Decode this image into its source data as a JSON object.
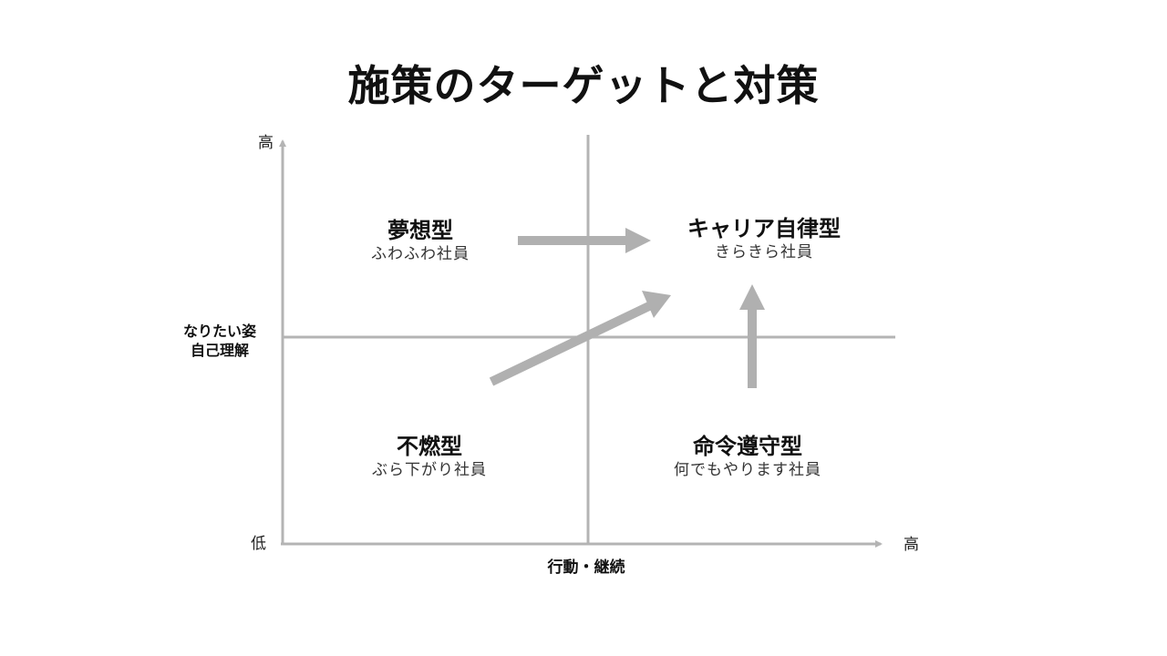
{
  "title": "施策のターゲットと対策",
  "axes": {
    "y_label_line1": "なりたい姿",
    "y_label_line2": "自己理解",
    "x_label": "行動・継続",
    "y_high": "高",
    "x_high": "高",
    "low": "低"
  },
  "quadrants": {
    "top_left": {
      "name": "夢想型",
      "sub": "ふわふわ社員"
    },
    "top_right": {
      "name": "キャリア自律型",
      "sub": "きらきら社員"
    },
    "bottom_left": {
      "name": "不燃型",
      "sub": "ぶら下がり社員"
    },
    "bottom_right": {
      "name": "命令遵守型",
      "sub": "何でもやります社員"
    }
  },
  "colors": {
    "axis": "#b4b4b4",
    "arrow": "#b0b0b0",
    "text": "#111111"
  }
}
